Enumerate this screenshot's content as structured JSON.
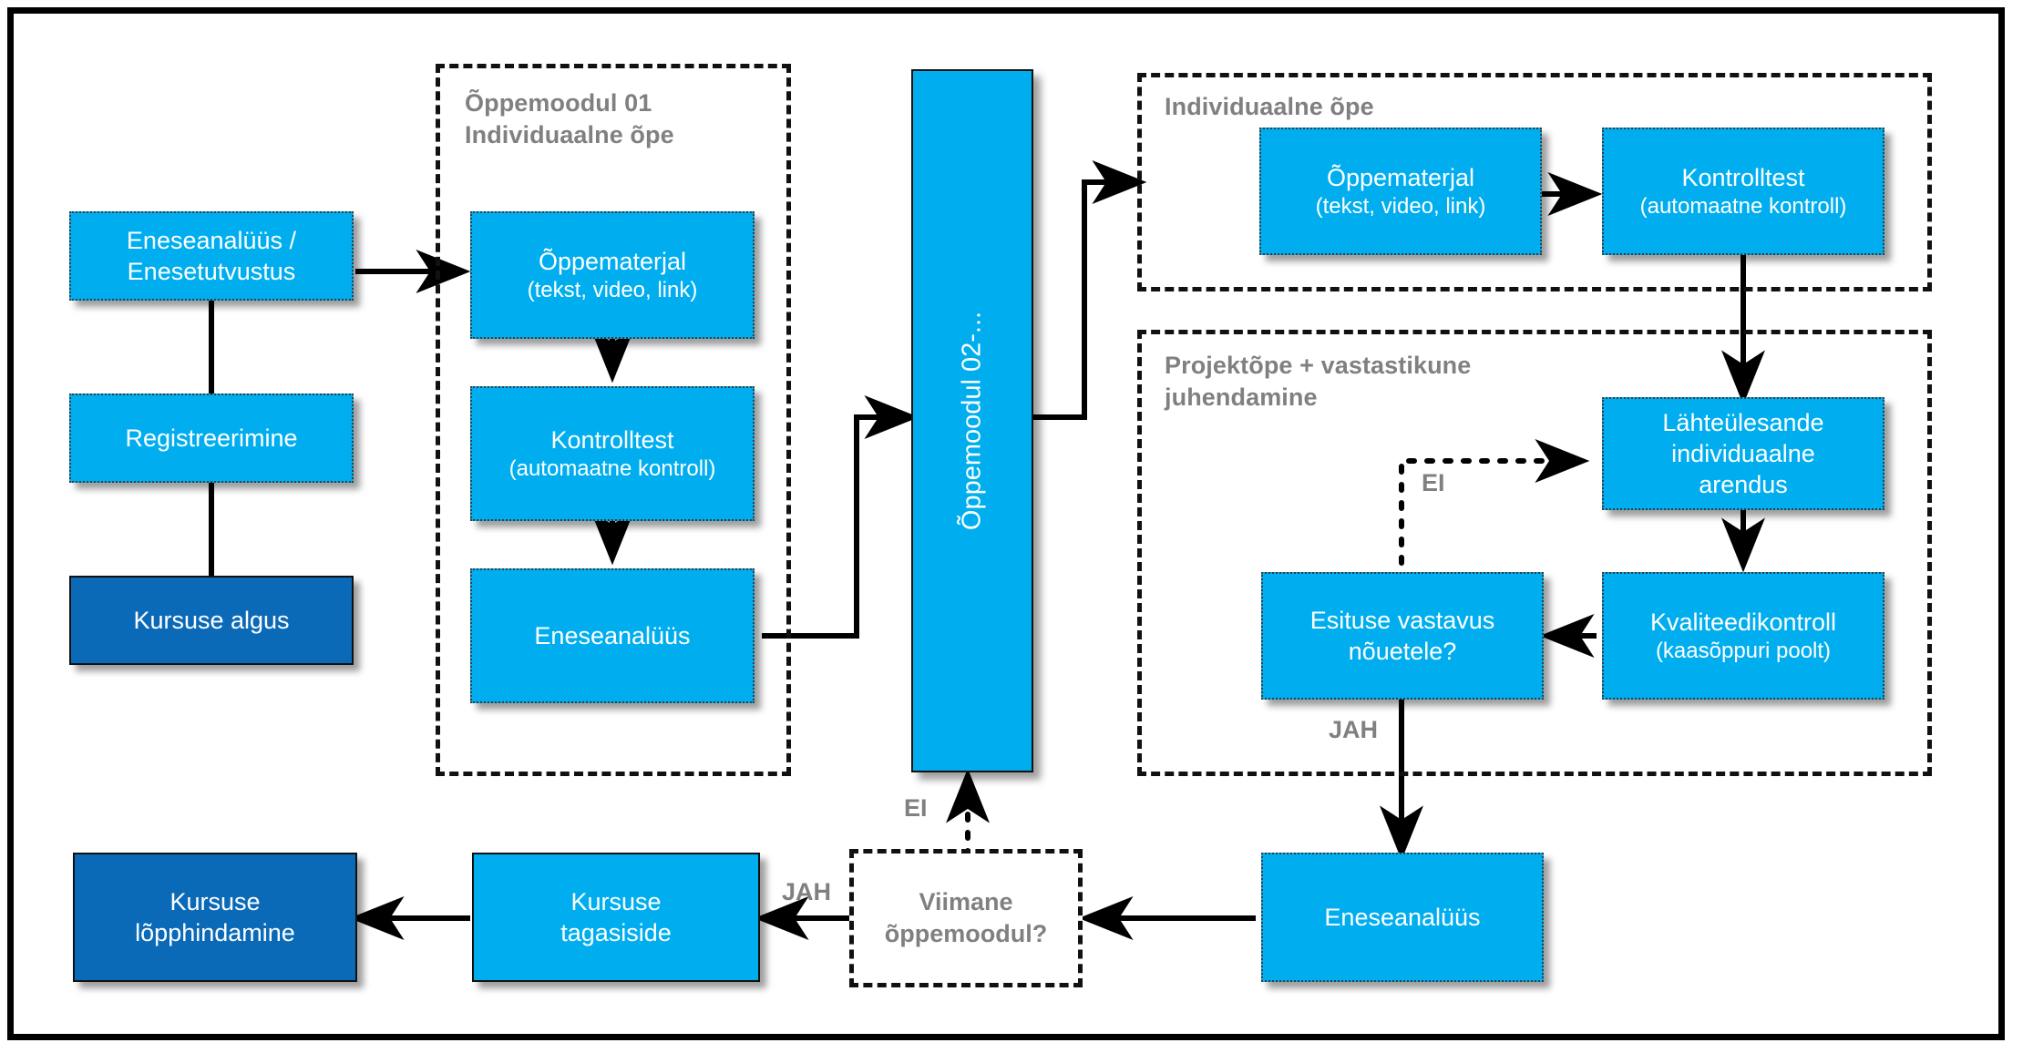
{
  "diagram": {
    "title_present": false,
    "colors": {
      "node_fill": "#00AEEF",
      "terminal_fill": "#0B6AB8",
      "group_border": "#111111",
      "label_gray": "#808080",
      "text_on_node": "#FFFFFF"
    },
    "groups": [
      {
        "id": "moodul01",
        "title": "Õppemoodul 01\nIndividuaalne õpe"
      },
      {
        "id": "individuaalne",
        "title": "Individuaalne õpe"
      },
      {
        "id": "projektope",
        "title": "Projektõpe + vastastikune\njuhendamine"
      }
    ],
    "nodes": {
      "kursuse_algus": {
        "label": "Kursuse algus"
      },
      "registreerimine": {
        "label": "Registreerimine"
      },
      "eneseanaluus_enesetutvustus": {
        "label": "Eneseanalüüs /\nEnesetutvustus"
      },
      "m1_oppematerjal": {
        "label": "Õppematerjal",
        "sub": "(tekst, video, link)"
      },
      "m1_kontrolltest": {
        "label": "Kontrolltest",
        "sub": "(automaatne kontroll)"
      },
      "m1_eneseanaluus": {
        "label": "Eneseanalüüs"
      },
      "oppemoodul_02": {
        "label": "Õppemoodul 02-..."
      },
      "ind_oppematerjal": {
        "label": "Õppematerjal",
        "sub": "(tekst, video, link)"
      },
      "ind_kontrolltest": {
        "label": "Kontrolltest",
        "sub": "(automaatne kontroll)"
      },
      "lahteulesande": {
        "label": "Lähteülesande\nindividuaalne\narendus"
      },
      "kvaliteedikontroll": {
        "label": "Kvaliteedikontroll",
        "sub": "(kaasõppuri poolt)"
      },
      "esituse_vastavus": {
        "label": "Esituse vastavus\nnõuetele?"
      },
      "proj_eneseanaluus": {
        "label": "Eneseanalüüs"
      },
      "viimane_oppemoodul": {
        "label": "Viimane\nõppemoodul?"
      },
      "kursuse_tagasiside": {
        "label": "Kursuse\ntagasiside"
      },
      "kursuse_lopphindamine": {
        "label": "Kursuse\nlõpphindamine"
      }
    },
    "edge_labels": {
      "ei_project": "EI",
      "jah_project": "JAH",
      "ei_loop": "EI",
      "jah_final": "JAH"
    }
  }
}
